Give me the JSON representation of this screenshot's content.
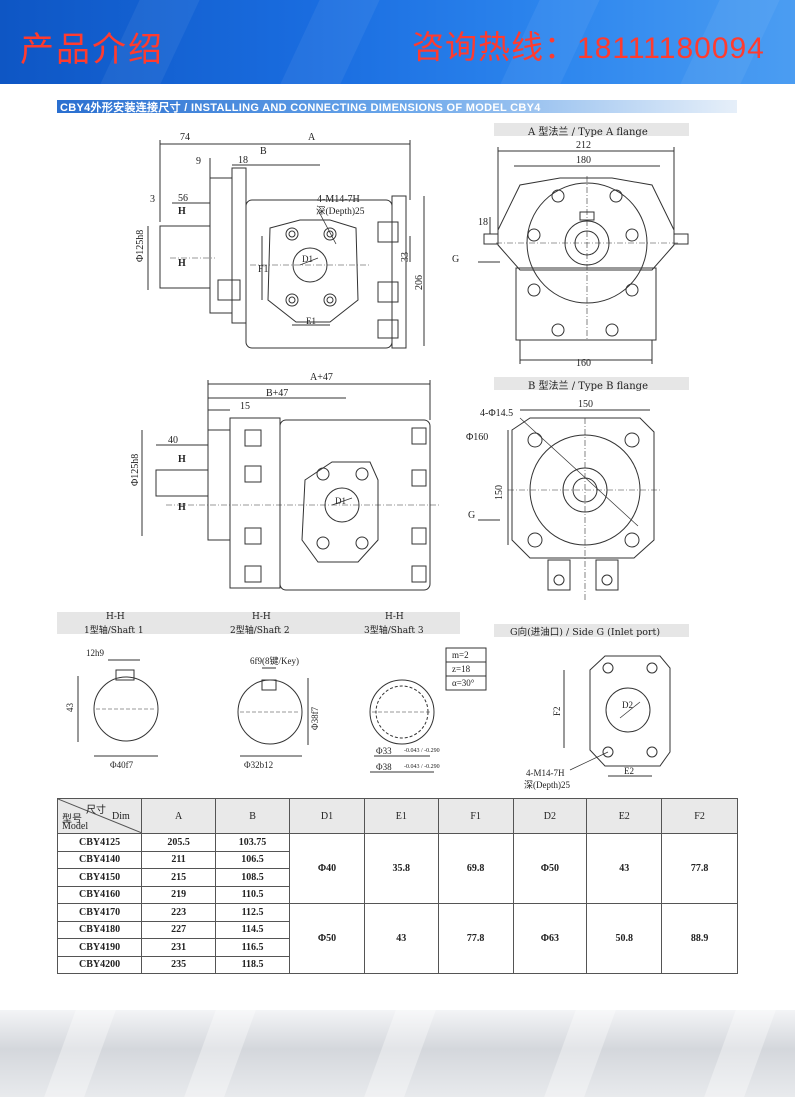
{
  "banner": {
    "left": "产品介绍",
    "right_label": "咨询热线：",
    "right_phone": "18111180094",
    "text_color": "#ff3b2f",
    "bg_color": "#1a6de0"
  },
  "section_title": "CBY4外形安装连接尺寸 / INSTALLING AND CONNECTING DIMENSIONS OF MODEL CBY4",
  "flange_a": {
    "title": "A 型法兰 / Type A flange",
    "dim_top": "212",
    "dim_inner": "180",
    "dim_bottom": "160",
    "dim_left": "18",
    "side": "G"
  },
  "flange_b": {
    "title": "B 型法兰 / Type B flange",
    "dim_top": "150",
    "dim_hole": "4-Φ14.5",
    "dim_circle": "Φ160",
    "dim_left": "150",
    "side": "G"
  },
  "pump_a": {
    "dim_74": "74",
    "dim_a": "A",
    "dim_b": "B",
    "dim_9": "9",
    "dim_18": "18",
    "dim_3": "3",
    "dim_56": "56",
    "dim_dia": "Φ125h8",
    "h_top": "H",
    "h_bottom": "H",
    "thread": "4-M14-7H",
    "depth": "深(Depth)25",
    "dim_33": "33",
    "dim_206": "206",
    "f1": "F1",
    "d1": "D1",
    "e1": "E1"
  },
  "pump_b": {
    "dim_a47": "A+47",
    "dim_b47": "B+47",
    "dim_15": "15",
    "dim_40": "40",
    "dim_dia": "Φ125h8",
    "h_top": "H",
    "h_bottom": "H",
    "d1": "D1"
  },
  "shafts": [
    {
      "title": "H-H",
      "caption": "1型轴/Shaft 1",
      "d1": "12h9",
      "d2": "43",
      "d3": "Φ40f7"
    },
    {
      "title": "H-H",
      "caption": "2型轴/Shaft 2",
      "d1": "6f9(8键/Key)",
      "d2": "Φ38f7",
      "d3": "Φ32b12"
    },
    {
      "title": "H-H",
      "caption": "3型轴/Shaft 3",
      "m": "m=2",
      "z": "z=18",
      "a": "α=30°",
      "d1": "Φ33",
      "d1_tol": "-0.043 / -0.290",
      "d2": "Φ38",
      "d2_tol": "-0.043 / -0.290"
    }
  ],
  "side_g": {
    "title": "G向(进油口) / Side G (Inlet port)",
    "f2": "F2",
    "d2": "D2",
    "e2": "E2",
    "thread": "4-M14-7H",
    "depth": "深(Depth)25"
  },
  "table": {
    "corner": {
      "top": "尺寸",
      "right": "Dim",
      "left1": "型号",
      "left2": "Model"
    },
    "headers": [
      "A",
      "B",
      "D1",
      "E1",
      "F1",
      "D2",
      "E2",
      "F2"
    ],
    "rows": [
      {
        "model": "CBY4125",
        "a": "205.5",
        "b": "103.75"
      },
      {
        "model": "CBY4140",
        "a": "211",
        "b": "106.5"
      },
      {
        "model": "CBY4150",
        "a": "215",
        "b": "108.5"
      },
      {
        "model": "CBY4160",
        "a": "219",
        "b": "110.5"
      },
      {
        "model": "CBY4170",
        "a": "223",
        "b": "112.5"
      },
      {
        "model": "CBY4180",
        "a": "227",
        "b": "114.5"
      },
      {
        "model": "CBY4190",
        "a": "231",
        "b": "116.5"
      },
      {
        "model": "CBY4200",
        "a": "235",
        "b": "118.5"
      }
    ],
    "group1": {
      "d1": "Φ40",
      "e1": "35.8",
      "f1": "69.8",
      "d2": "Φ50",
      "e2": "43",
      "f2": "77.8"
    },
    "group2": {
      "d1": "Φ50",
      "e1": "43",
      "f1": "77.8",
      "d2": "Φ63",
      "e2": "50.8",
      "f2": "88.9"
    }
  }
}
